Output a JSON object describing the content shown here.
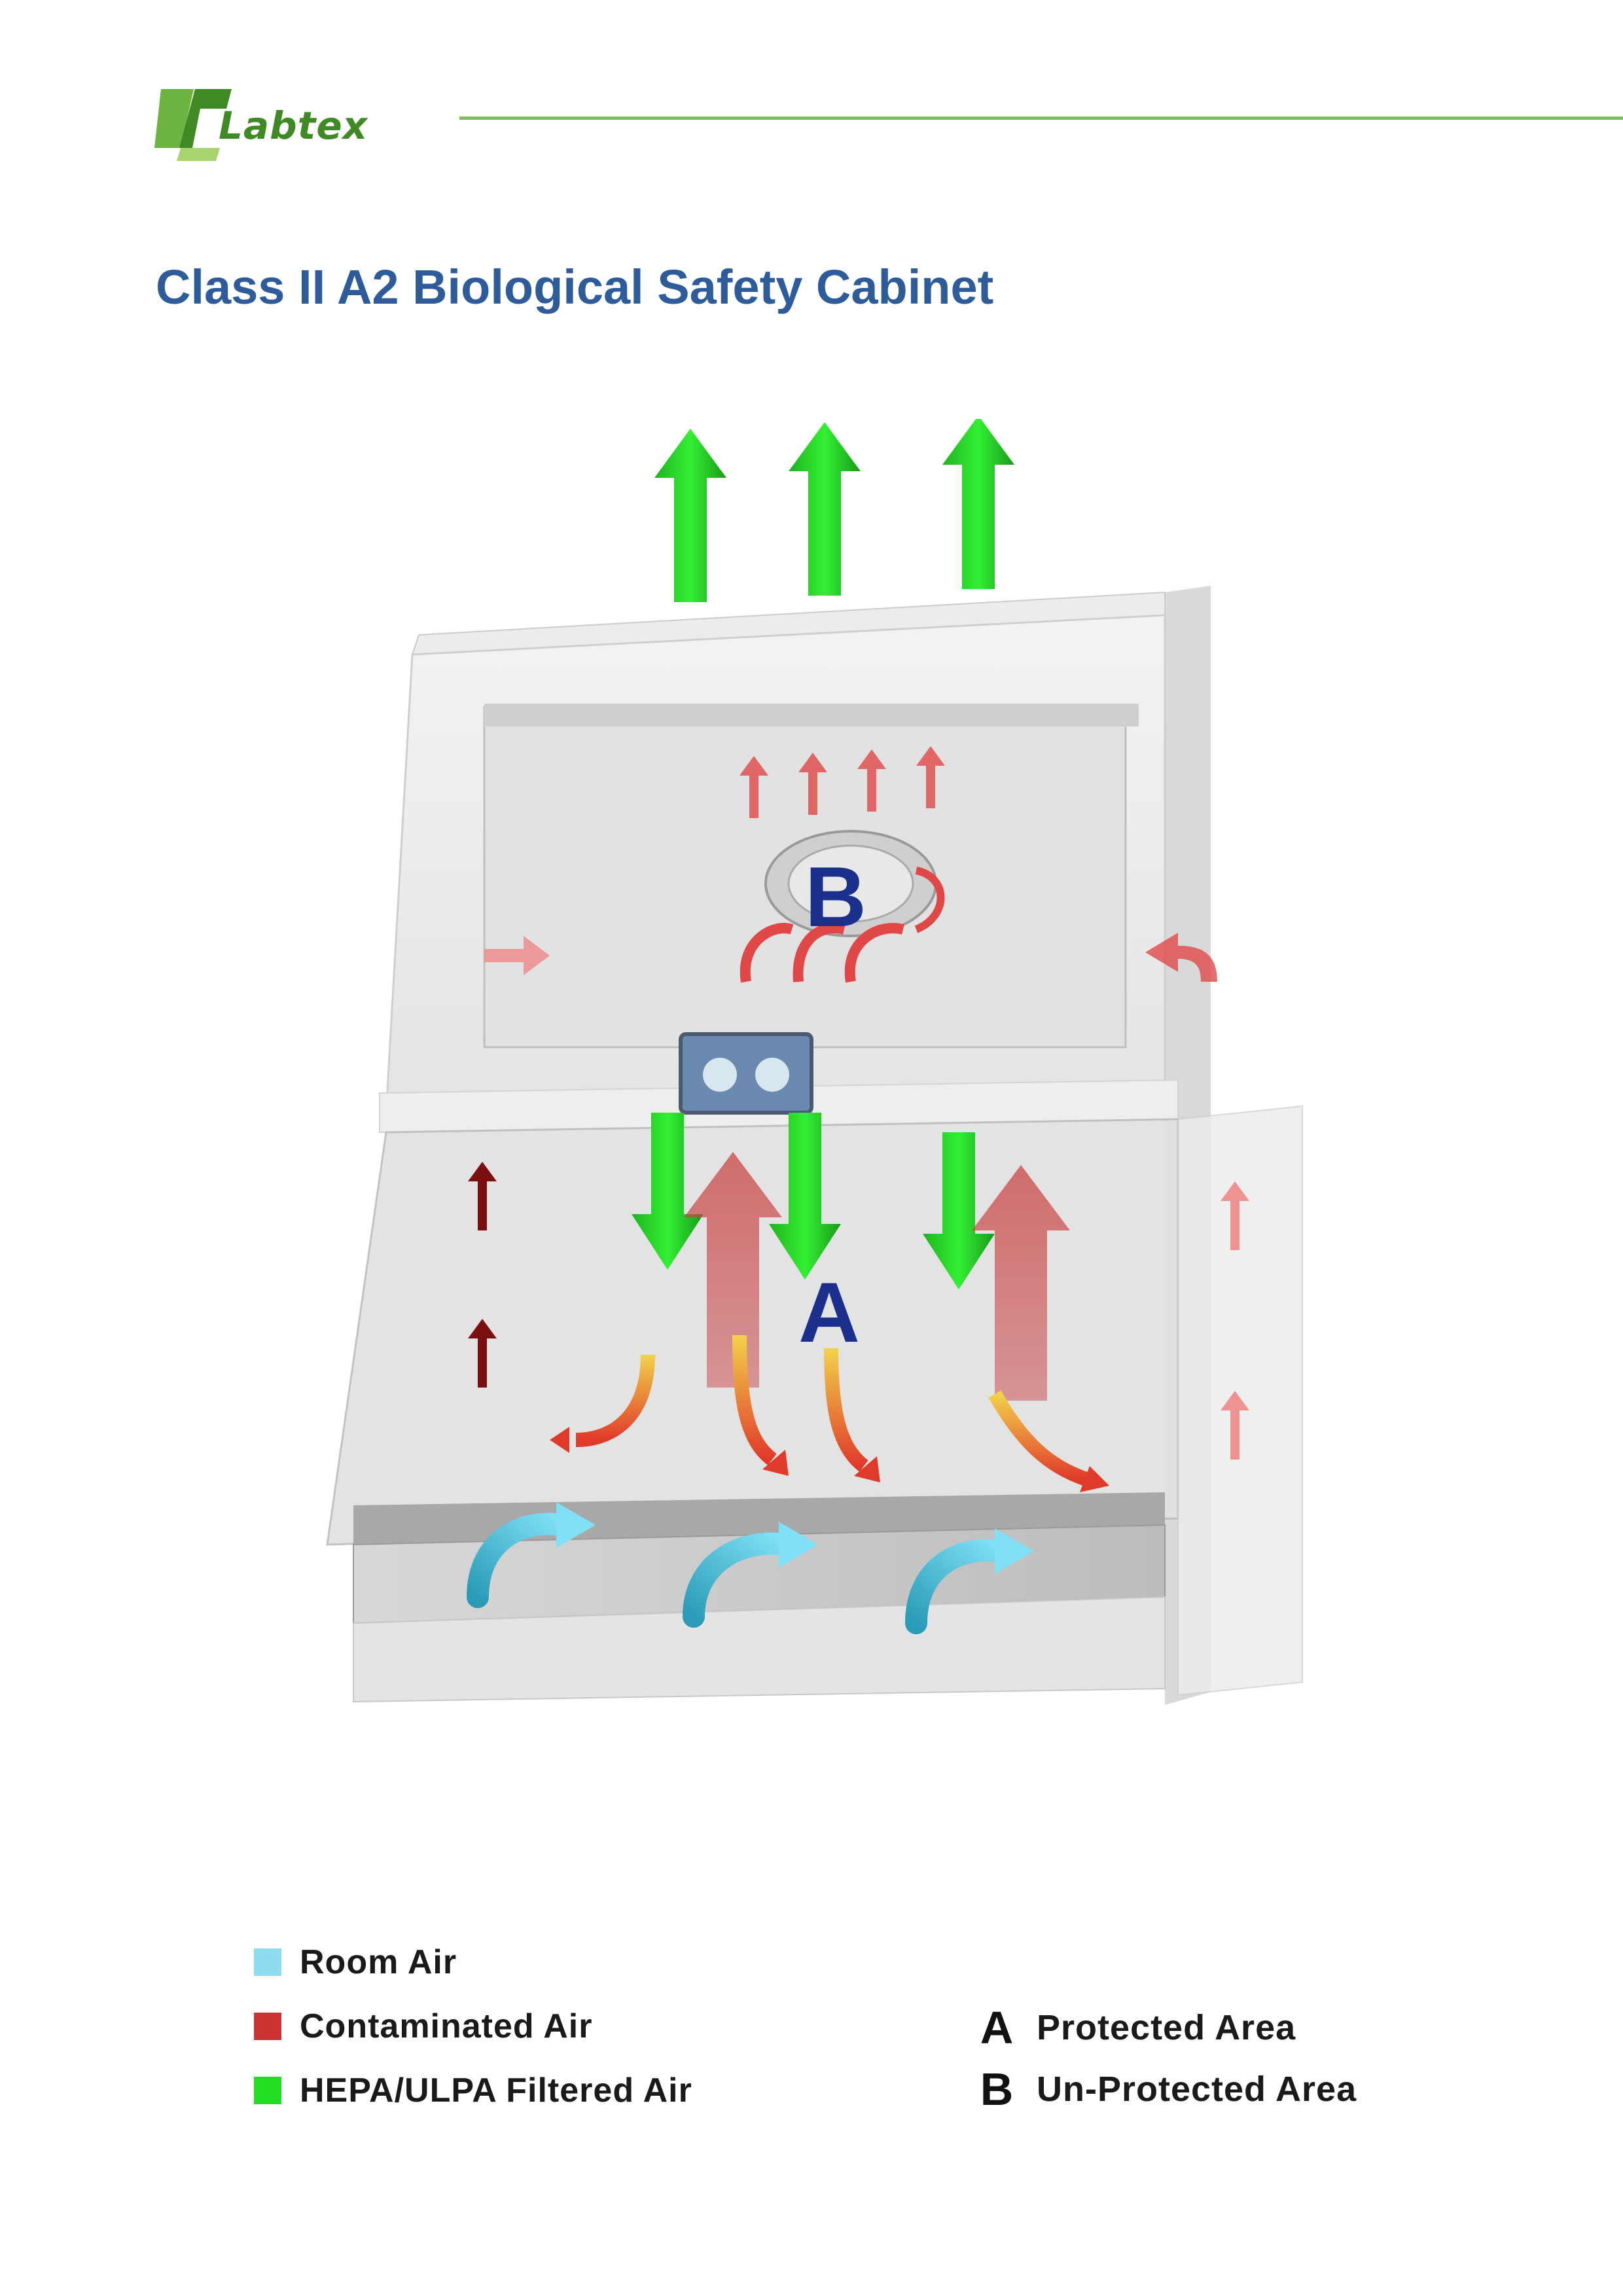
{
  "brand": {
    "name": "Labtex",
    "primary_color": "#3f8a24",
    "accent_color": "#7fbb5a"
  },
  "title": "Class II A2 Biological Safety Cabinet",
  "diagram": {
    "zone_a_label": "A",
    "zone_b_label": "B",
    "colors": {
      "room_air": "#4fb9d8",
      "contaminated_air": "#e04848",
      "filtered_air": "#22e022",
      "zone_label": "#1b2f8c"
    }
  },
  "legend": [
    {
      "label": "Room Air",
      "color": "#8ddcf0"
    },
    {
      "label": "Contaminated Air",
      "color": "#cc3333"
    },
    {
      "label": "HEPA/ULPA Filtered Air",
      "color": "#22dd22"
    }
  ],
  "area_key": [
    {
      "letter": "A",
      "label": "Protected Area"
    },
    {
      "letter": "B",
      "label": "Un-Protected Area"
    }
  ]
}
